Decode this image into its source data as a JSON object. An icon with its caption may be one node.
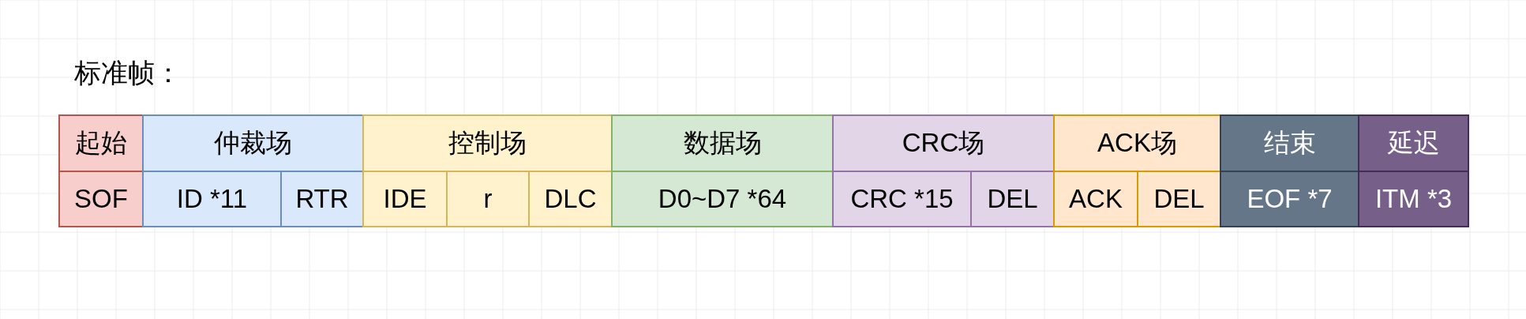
{
  "diagram": {
    "nodes": [
      {
        "text": [
          "起始"
        ]
      },
      {
        "text": [
          "仲裁场"
        ]
      },
      {
        "text": [
          "控制场"
        ]
      },
      {
        "text": [
          "数据场"
        ]
      },
      {
        "text": [
          "CRC场"
        ]
      },
      {
        "text": [
          "ACK场"
        ]
      },
      {
        "text": [
          "结束"
        ]
      },
      {
        "text": [
          "延迟"
        ]
      },
      {
        "text": [
          "SOF"
        ]
      },
      {
        "text": [
          "ID *11"
        ]
      },
      {
        "text": [
          "RTR"
        ]
      },
      {
        "text": [
          "IDE"
        ]
      },
      {
        "text": [
          "r"
        ]
      },
      {
        "text": [
          "DLC"
        ]
      },
      {
        "text": [
          "D0~D7 *64"
        ]
      },
      {
        "text": [
          "CRC *15"
        ]
      },
      {
        "text": [
          "DEL"
        ]
      },
      {
        "text": [
          "ACK"
        ]
      },
      {
        "text": [
          "DEL"
        ]
      },
      {
        "text": [
          "EOF *7"
        ]
      },
      {
        "text": [
          "ITM *3"
        ]
      }
    ],
    "labels": [
      "标准帧："
    ]
  }
}
